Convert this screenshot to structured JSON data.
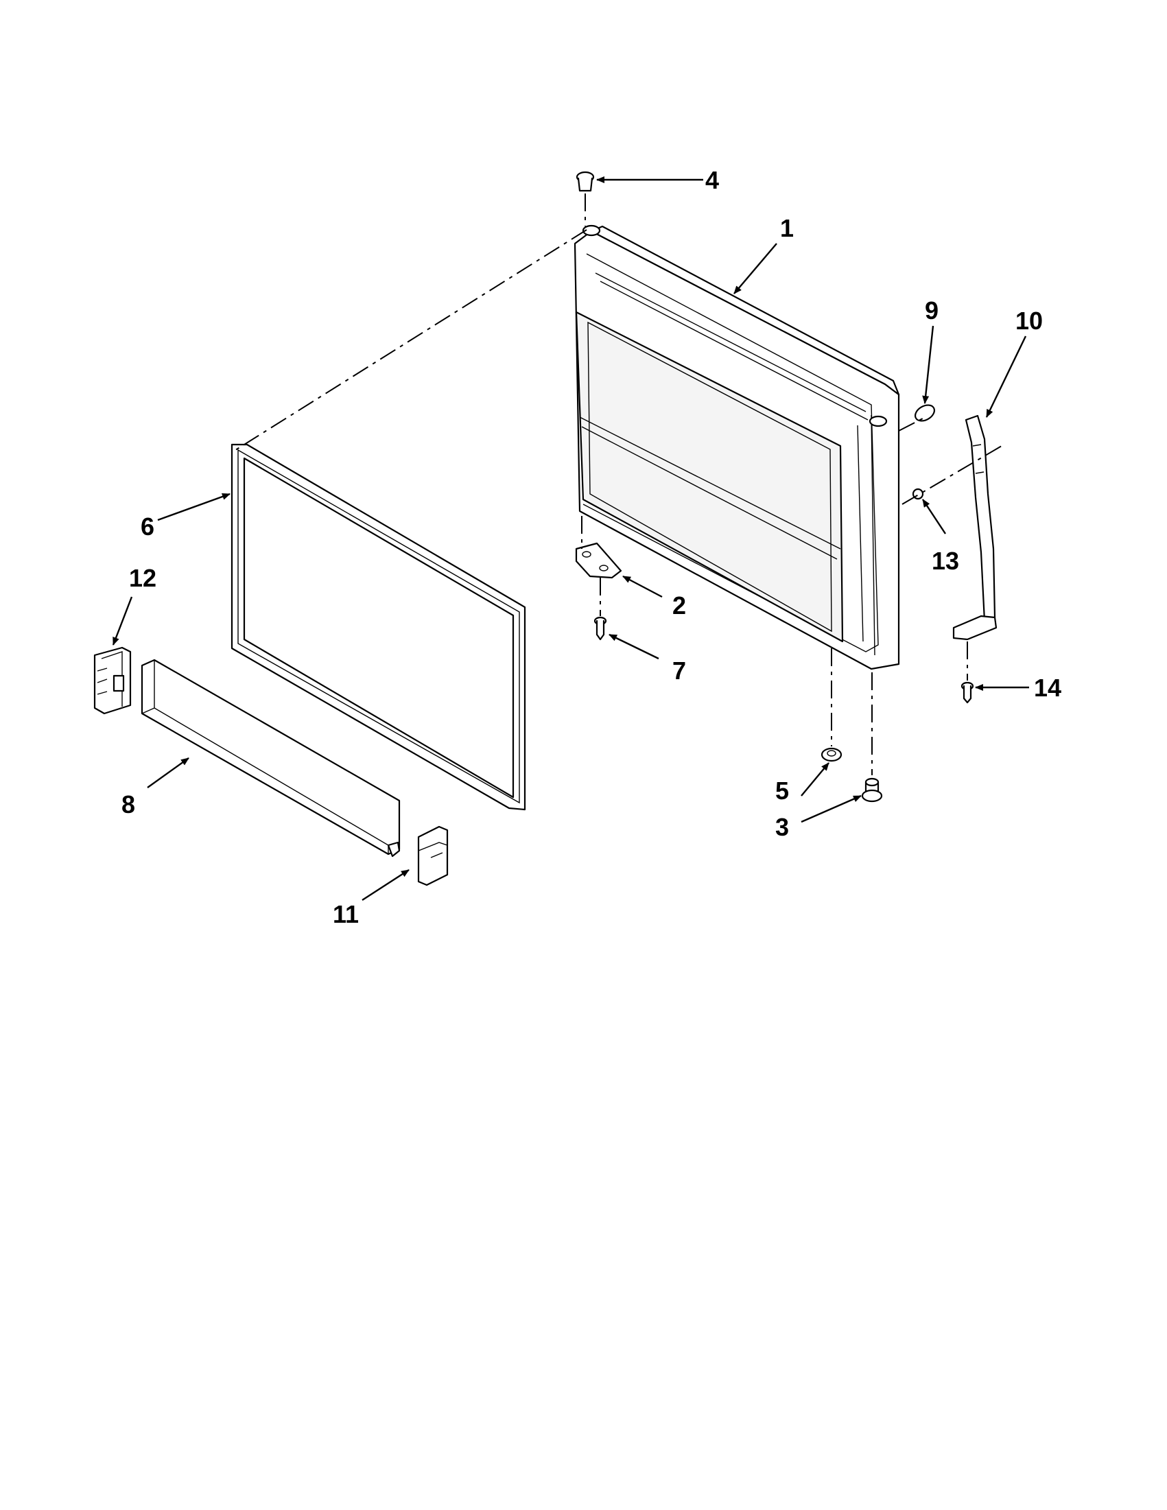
{
  "diagram": {
    "type": "exploded parts diagram",
    "callouts": [
      {
        "id": "1",
        "label": "1"
      },
      {
        "id": "2",
        "label": "2"
      },
      {
        "id": "3",
        "label": "3"
      },
      {
        "id": "4",
        "label": "4"
      },
      {
        "id": "5",
        "label": "5"
      },
      {
        "id": "6",
        "label": "6"
      },
      {
        "id": "7",
        "label": "7"
      },
      {
        "id": "8",
        "label": "8"
      },
      {
        "id": "9",
        "label": "9"
      },
      {
        "id": "10",
        "label": "10"
      },
      {
        "id": "11",
        "label": "11"
      },
      {
        "id": "12",
        "label": "12"
      },
      {
        "id": "13",
        "label": "13"
      },
      {
        "id": "14",
        "label": "14"
      }
    ]
  },
  "colors": {
    "line": "#000000",
    "background": "#ffffff"
  }
}
